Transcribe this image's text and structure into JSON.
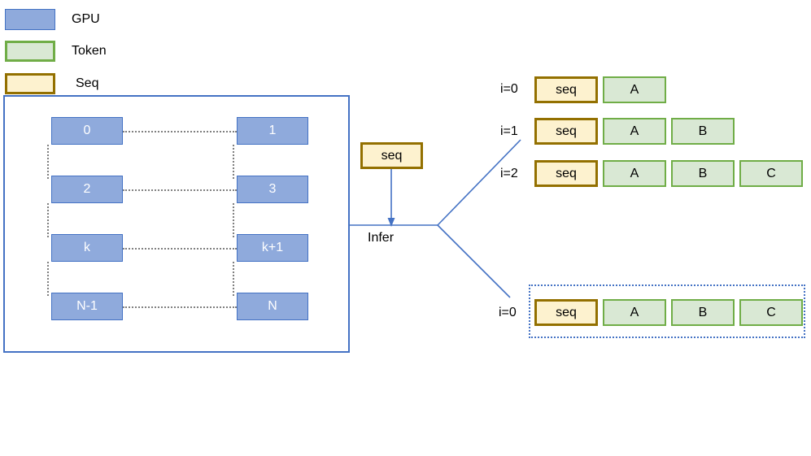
{
  "legend": {
    "items": [
      {
        "label": "GPU",
        "color": "#8faadc",
        "border": "#4472c4"
      },
      {
        "label": "Token",
        "color": "#d9e8d4",
        "border": "#70ad47"
      },
      {
        "label": "Seq",
        "color": "#fdf2cf",
        "border": "#937000"
      }
    ]
  },
  "gpu_grid": {
    "nodes": [
      {
        "label": "0",
        "col": 0,
        "row": 0
      },
      {
        "label": "1",
        "col": 1,
        "row": 0
      },
      {
        "label": "2",
        "col": 0,
        "row": 1
      },
      {
        "label": "3",
        "col": 1,
        "row": 1
      },
      {
        "label": "k",
        "col": 0,
        "row": 2
      },
      {
        "label": "k+1",
        "col": 1,
        "row": 2
      },
      {
        "label": "N-1",
        "col": 0,
        "row": 3
      },
      {
        "label": "N",
        "col": 1,
        "row": 3
      }
    ]
  },
  "flow": {
    "seq_input_label": "seq",
    "infer_label": "Infer"
  },
  "output_rows": [
    {
      "index_label": "i=0",
      "seq_label": "seq",
      "tokens": [
        "A"
      ]
    },
    {
      "index_label": "i=1",
      "seq_label": "seq",
      "tokens": [
        "A",
        "B"
      ]
    },
    {
      "index_label": "i=2",
      "seq_label": "seq",
      "tokens": [
        "A",
        "B",
        "C"
      ]
    }
  ],
  "batched_row": {
    "index_label": "i=0",
    "seq_label": "seq",
    "tokens": [
      "A",
      "B",
      "C"
    ]
  }
}
